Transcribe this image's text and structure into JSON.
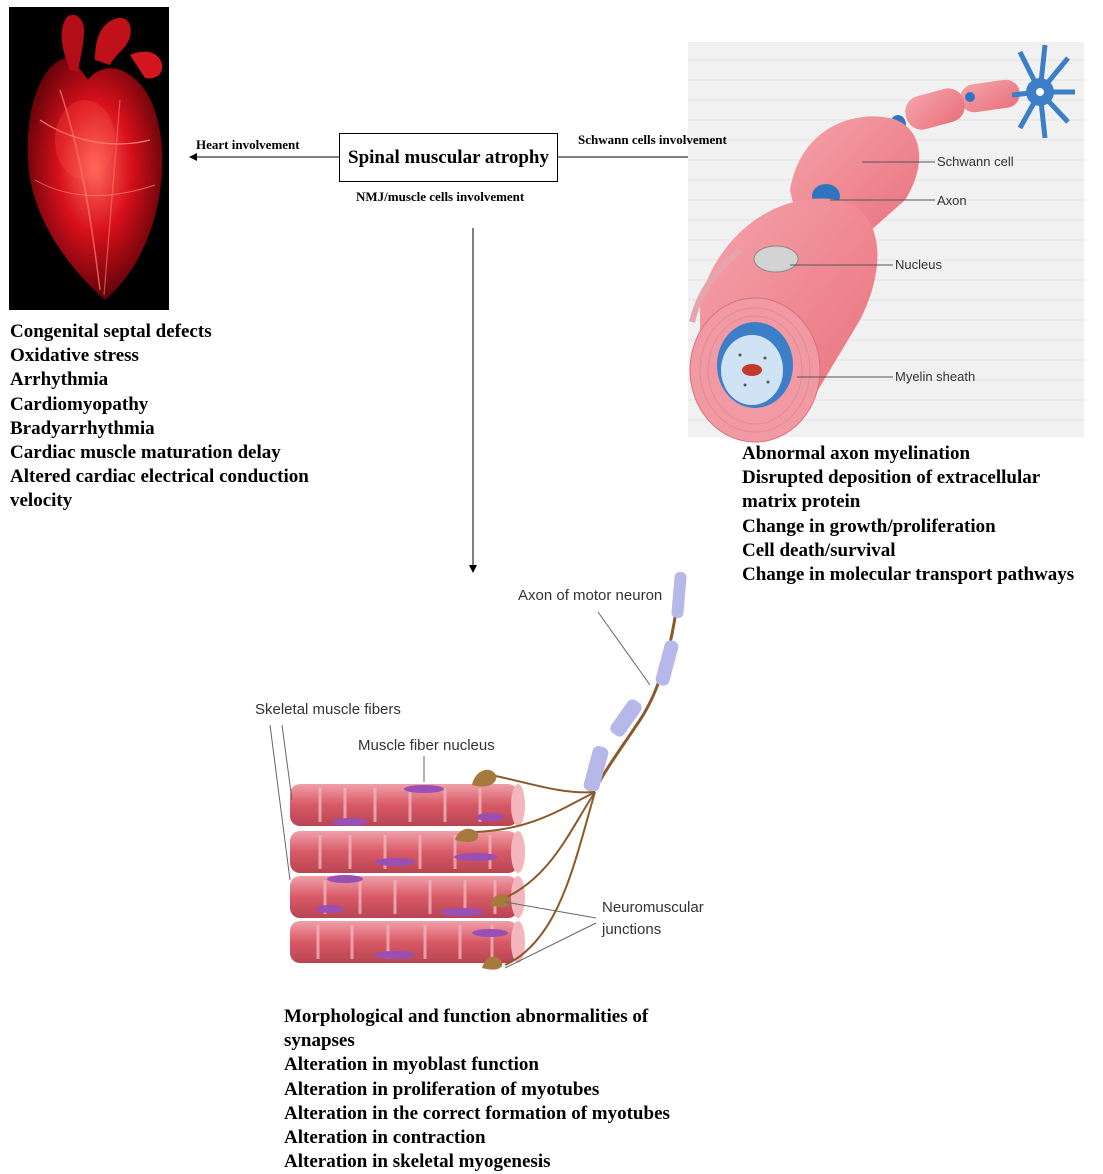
{
  "central_node": {
    "label": "Spinal muscular atrophy"
  },
  "edges": {
    "heart": "Heart involvement",
    "schwann": "Schwann cells involvement",
    "nmj": "NMJ/muscle cells involvement"
  },
  "heart": {
    "effects": [
      "Congenital septal defects",
      "Oxidative stress",
      "Arrhythmia",
      "Cardiomyopathy",
      "Bradyarrhythmia",
      "Cardiac muscle maturation delay",
      "Altered cardiac electrical conduction",
      "velocity"
    ]
  },
  "schwann": {
    "labels": {
      "schwann_cell": "Schwann cell",
      "axon": "Axon",
      "nucleus": "Nucleus",
      "myelin": "Myelin sheath"
    },
    "effects": [
      "Abnormal axon myelination",
      "Disrupted deposition of extracellular",
      "matrix protein",
      "Change in growth/proliferation",
      "Cell death/survival",
      "Change in molecular transport pathways"
    ]
  },
  "nmj": {
    "labels": {
      "axon_motor_neuron": "Axon of motor neuron",
      "skeletal_fibers": "Skeletal muscle fibers",
      "fiber_nucleus": "Muscle fiber nucleus",
      "nmj_line1": "Neuromuscular",
      "nmj_line2": "junctions"
    },
    "effects": [
      "Morphological and function abnormalities of",
      "synapses",
      "Alteration in myoblast function",
      "Alteration in proliferation of myotubes",
      "Alteration in the correct formation of myotubes",
      "Alteration in contraction",
      "Alteration in skeletal myogenesis"
    ]
  },
  "colors": {
    "heart_red": "#e0202a",
    "schwann_pink": "#f4939b",
    "axon_blue": "#2f74c0",
    "muscle_pink": "#d9606a",
    "nucleus_purple": "#9a4fb5",
    "neuron_brown": "#8a5a2b"
  }
}
